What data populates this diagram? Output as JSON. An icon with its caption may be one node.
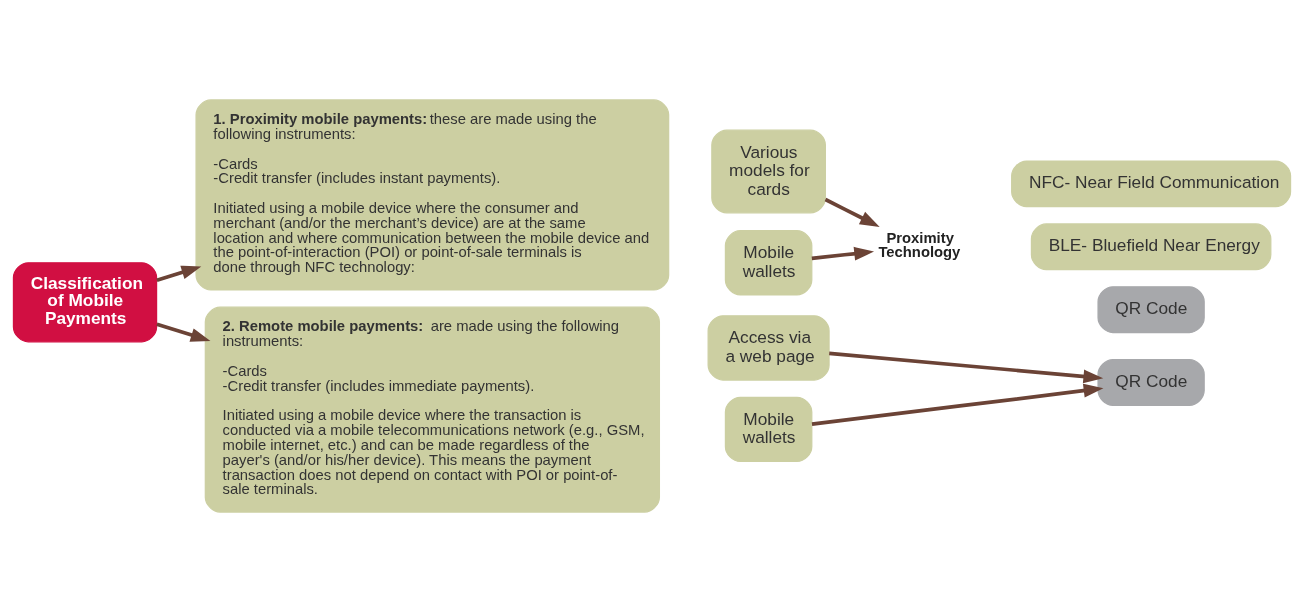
{
  "diagram": {
    "nodes": [
      {
        "text": [
          "Classification of Mobile Payments"
        ]
      },
      {
        "text": [
          "**1. Proximity mobile payments:** these are made using the following instruments:",
          "-Cards",
          "-Credit transfer (includes instant payments).",
          "Initiated using a mobile device where the consumer and merchant (and/or the merchant’s device) are at the same location and where communication between the mobile device and the point-of-interaction (POI) or point-of-sale terminals is done through NFC technology:"
        ]
      },
      {
        "text": [
          "Various models for cards"
        ]
      },
      {
        "text": [
          "Mobile wallets"
        ]
      },
      {
        "text": [
          "Proximity Technology"
        ]
      },
      {
        "text": [
          "NFC- Near Field Communication"
        ]
      },
      {
        "text": [
          "BLE- Bluefield Near Energy"
        ]
      },
      {
        "text": [
          "QR Code"
        ]
      },
      {
        "text": [
          "**2. Remote mobile payments:**  are made using the following instruments:",
          "-Cards",
          "-Credit transfer (includes immediate payments).",
          "Initiated using a mobile device where the transaction is conducted via a mobile telecommunications network (e.g., GSM, mobile internet, etc.) and can be made regardless of the payer's (and/or his/her device). This means the payment transaction does not depend on contact with POI or point-of-sale terminals."
        ]
      },
      {
        "text": [
          "Access via a web page"
        ]
      },
      {
        "text": [
          "Mobile wallets"
        ]
      },
      {
        "text": [
          "QR Code"
        ]
      }
    ],
    "edges": [
      {
        "from": 0,
        "to": 1,
        "arrow": "to"
      },
      {
        "from": 0,
        "to": 8,
        "arrow": "to"
      },
      {
        "from": 2,
        "to": 4,
        "arrow": "to"
      },
      {
        "from": 3,
        "to": 4,
        "arrow": "to"
      },
      {
        "from": 9,
        "to": 11,
        "arrow": "to"
      },
      {
        "from": 10,
        "to": 11,
        "arrow": "to"
      }
    ]
  }
}
